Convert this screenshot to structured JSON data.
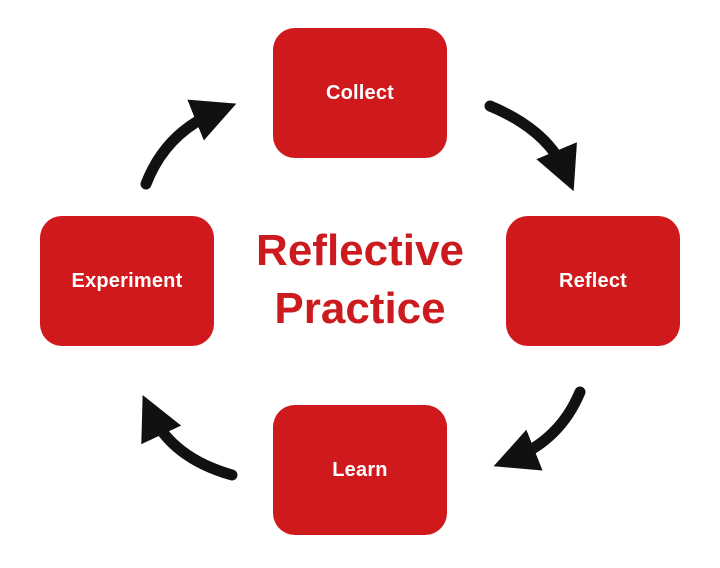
{
  "title": {
    "line1": "Reflective",
    "line2": "Practice"
  },
  "cycle": {
    "steps": [
      {
        "label": "Collect"
      },
      {
        "label": "Reflect"
      },
      {
        "label": "Learn"
      },
      {
        "label": "Experiment"
      }
    ]
  },
  "colors": {
    "accent": "#d0191c",
    "title": "#cc1b1f",
    "arrow": "#111111",
    "node_text": "#ffffff",
    "background": "#ffffff"
  }
}
